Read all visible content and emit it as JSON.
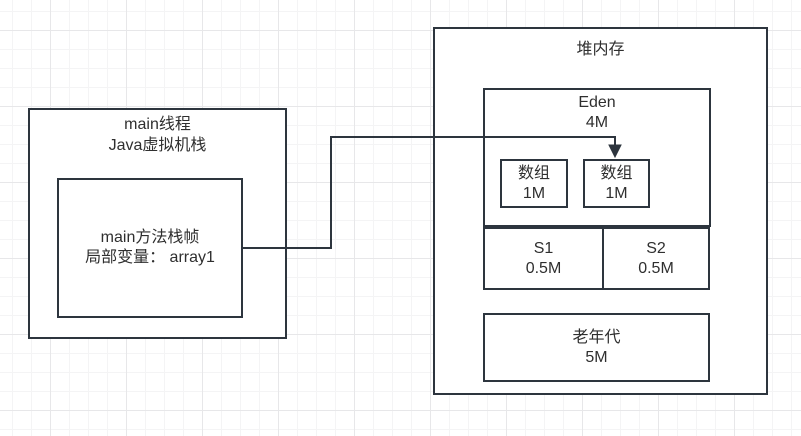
{
  "diagram": {
    "stroke_color": "#2d353e",
    "stack": {
      "title_line1": "main线程",
      "title_line2": "Java虚拟机栈",
      "frame_line1": "main方法栈帧",
      "frame_line2": "局部变量： array1"
    },
    "heap": {
      "title": "堆内存",
      "eden": {
        "label": "Eden",
        "size": "4M"
      },
      "arrays": [
        {
          "label": "数组",
          "size": "1M"
        },
        {
          "label": "数组",
          "size": "1M"
        }
      ],
      "survivors": [
        {
          "label": "S1",
          "size": "0.5M"
        },
        {
          "label": "S2",
          "size": "0.5M"
        }
      ],
      "old_gen": {
        "label": "老年代",
        "size": "5M"
      }
    }
  }
}
